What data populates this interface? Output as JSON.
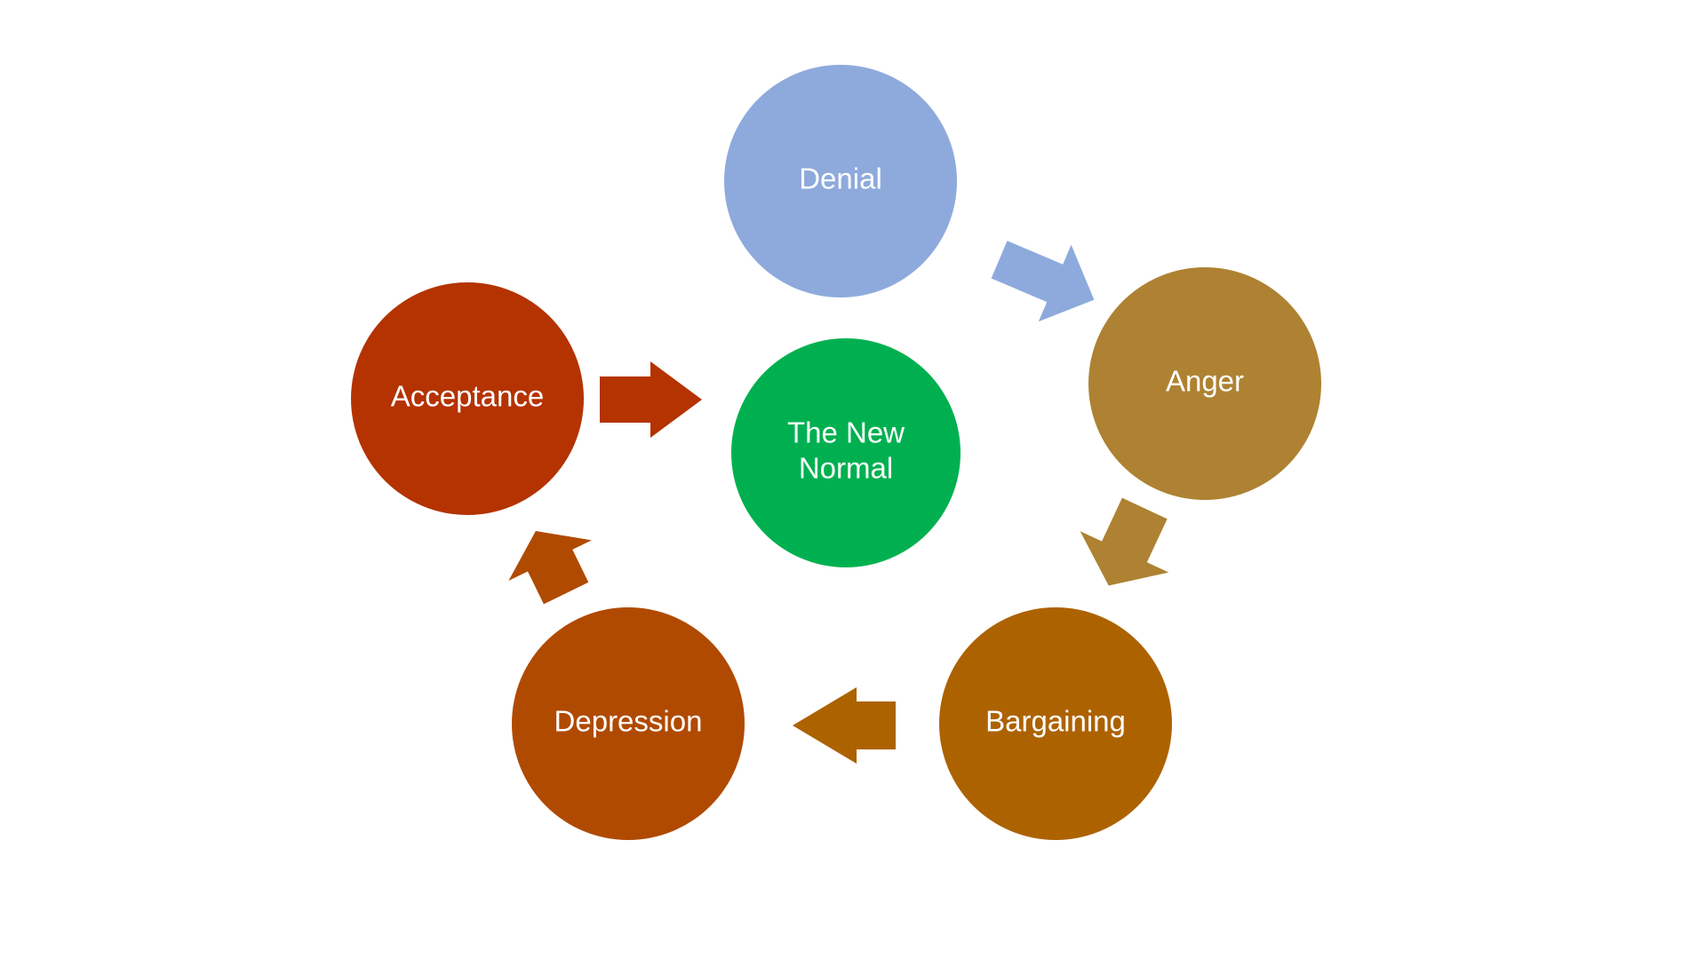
{
  "diagram": {
    "nodes": {
      "denial": {
        "label": "Denial",
        "color": "#8eaadc"
      },
      "anger": {
        "label": "Anger",
        "color": "#ae8232"
      },
      "bargaining": {
        "label": "Bargaining",
        "color": "#ad6200"
      },
      "depression": {
        "label": "Depression",
        "color": "#b04a00"
      },
      "acceptance": {
        "label": "Acceptance",
        "color": "#b43300"
      },
      "new_normal": {
        "label_line1": "The New",
        "label_line2": "Normal",
        "color": "#00b050"
      }
    },
    "arrows": [
      {
        "from": "denial",
        "to": "anger",
        "color": "#8eaadc"
      },
      {
        "from": "anger",
        "to": "bargaining",
        "color": "#ae8232"
      },
      {
        "from": "bargaining",
        "to": "depression",
        "color": "#ad6200"
      },
      {
        "from": "depression",
        "to": "acceptance",
        "color": "#b04a00"
      },
      {
        "from": "acceptance",
        "to": "new_normal",
        "color": "#b43300"
      }
    ]
  }
}
